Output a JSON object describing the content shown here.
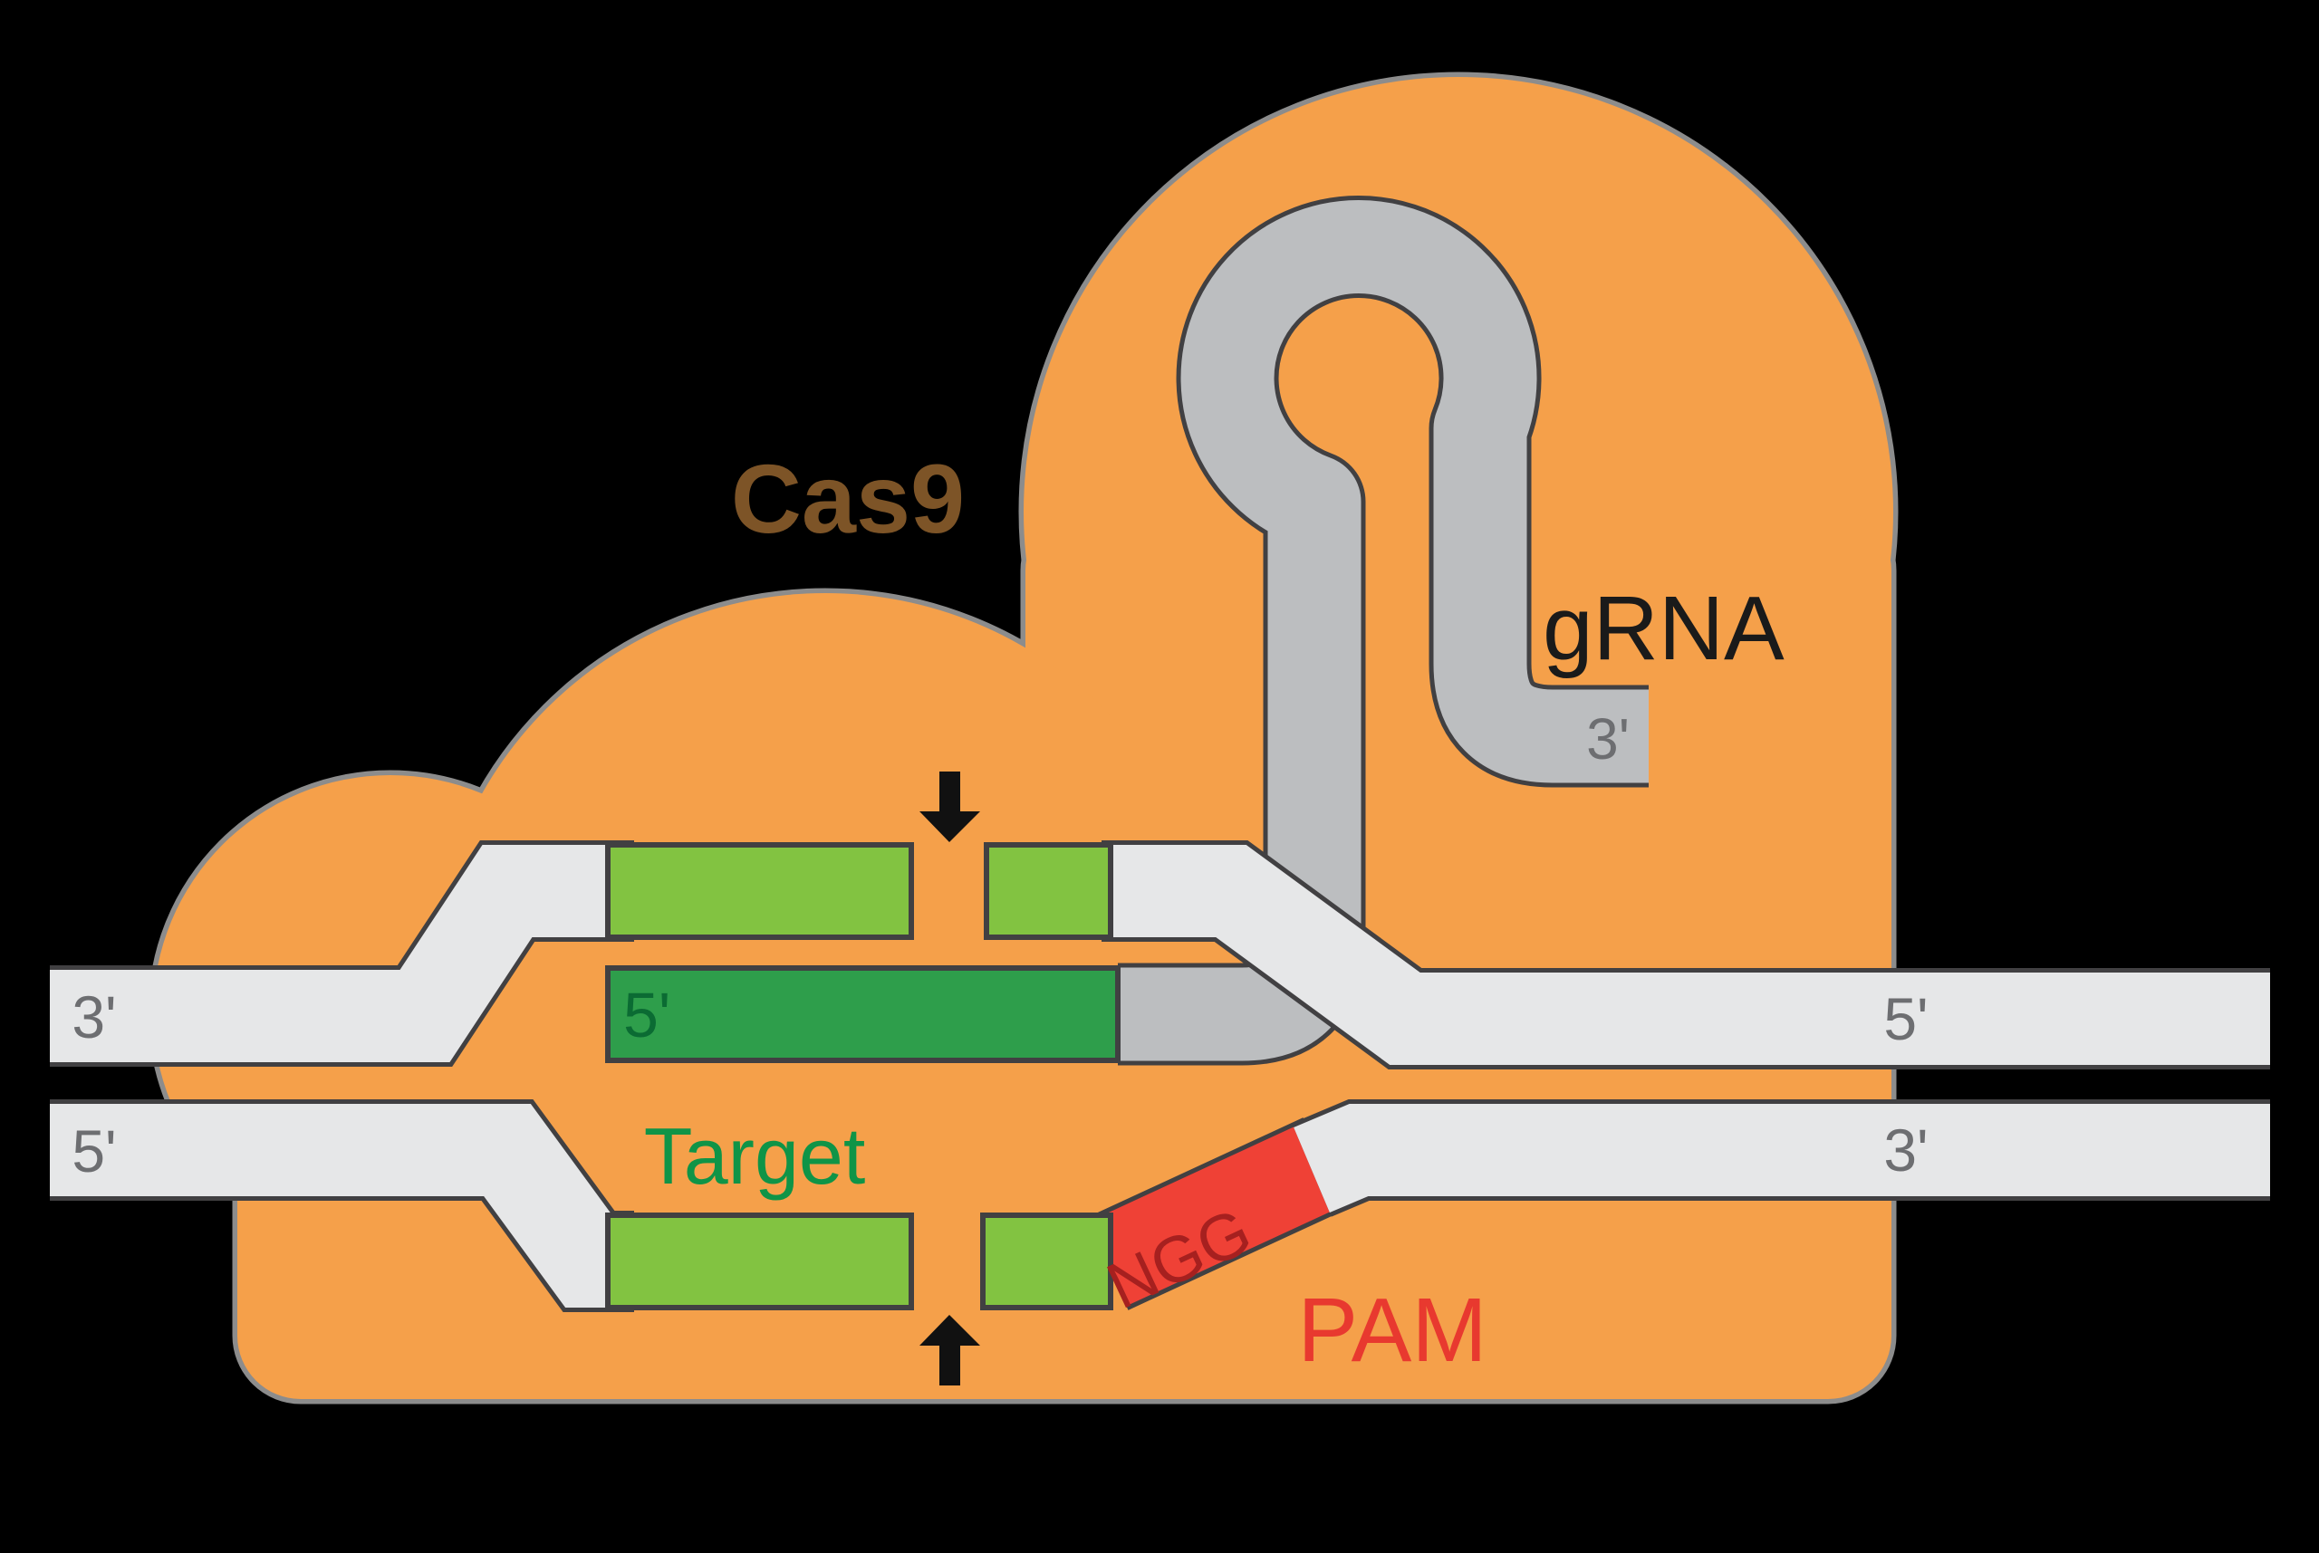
{
  "figure": {
    "protein_label": "Cas9",
    "grna_label": "gRNA",
    "grna_three_prime_end": "3'",
    "spacer_five_prime_end": "5'",
    "target_label": "Target",
    "pam_label": "PAM",
    "pam_sequence": "NGG",
    "dna": {
      "top_strand": {
        "left_end": "3'",
        "right_end": "5'"
      },
      "bottom_strand": {
        "left_end": "5'",
        "right_end": "3'"
      }
    }
  },
  "icons": {
    "cut_site_top": "cleavage-arrow-down",
    "cut_site_bottom": "cleavage-arrow-up"
  },
  "colors": {
    "background": "#000000",
    "cas9_body": "#F5A04A",
    "cas9_outline": "#8C8C8C",
    "grna_tube": "#BCBEC0",
    "dna_strand": "#E6E7E8",
    "shape_outline": "#414042",
    "protospacer_green": "#82C341",
    "spacer_green": "#2E9E4B",
    "pam_red": "#EF4136",
    "cas9_text": "#7D5427",
    "target_text": "#0F9447",
    "pam_text": "#E8392F",
    "ngg_text": "#A6201F",
    "end_label_gray": "#6D6E71",
    "arrow_black": "#111111"
  }
}
